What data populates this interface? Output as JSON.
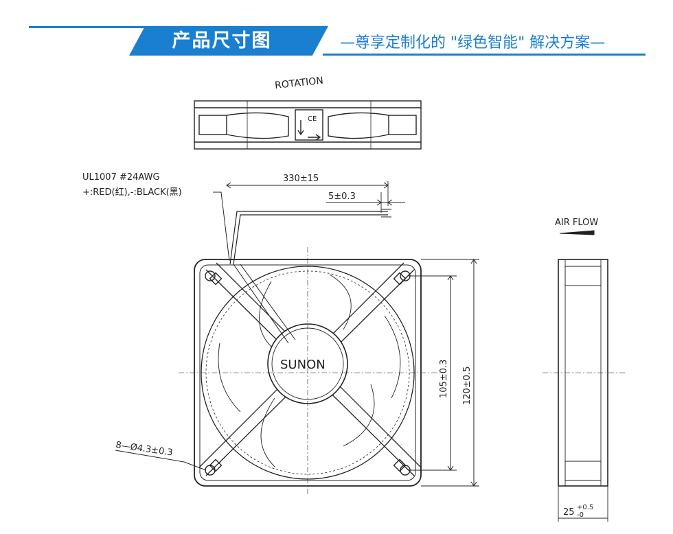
{
  "header": {
    "title": "产品尺寸图",
    "subtitle": "—尊享定制化的 \"绿色智能\" 解决方案—"
  },
  "drawing": {
    "rotation_label": "ROTATION",
    "wire_spec": "UL1007  #24AWG",
    "wire_colors": "+:RED(红),-:BLACK(黑)",
    "lead_length": "330±15",
    "strip_length": "5±0.3",
    "brand": "SUNON",
    "hole_pitch": "105±0.3",
    "frame_size": "120±0.5",
    "mount_holes": "8—Ø4.3±0.3",
    "airflow_label": "AIR FLOW",
    "thickness": "25",
    "thickness_tol_upper": "+0.5",
    "thickness_tol_lower": "-0",
    "ce_mark": "CE"
  }
}
